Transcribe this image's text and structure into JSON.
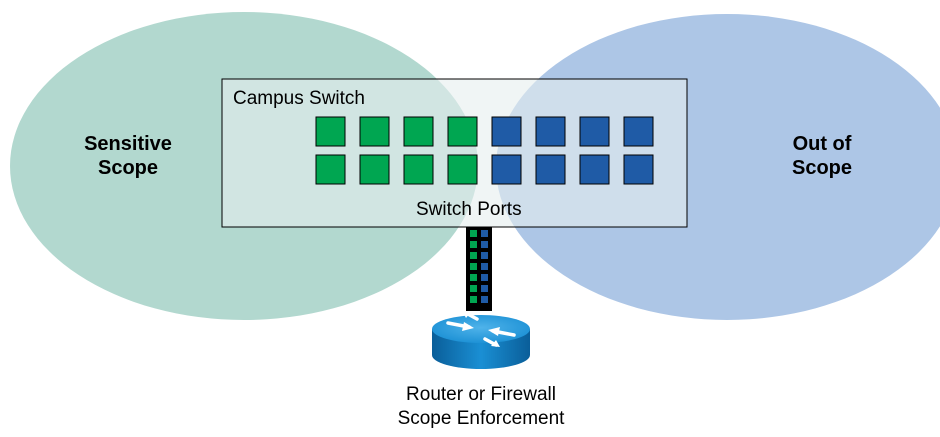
{
  "zones": {
    "sensitive": {
      "line1": "Sensitive",
      "line2": "Scope",
      "color": "#b2d8cf"
    },
    "out_of_scope": {
      "line1": "Out of",
      "line2": "Scope",
      "color": "#adc6e6"
    }
  },
  "switch": {
    "label": "Campus Switch",
    "ports_label": "Switch Ports",
    "rows": 2,
    "sensitive_ports_per_row": 4,
    "out_of_scope_ports_per_row": 4
  },
  "colors": {
    "sensitive_port": "#00a651",
    "out_of_scope_port": "#1f5ba6",
    "router": "#1a8fd4",
    "uplink": "#000000"
  },
  "router": {
    "icon": "router-icon",
    "label_line1": "Router or Firewall",
    "label_line2": "Scope Enforcement"
  }
}
